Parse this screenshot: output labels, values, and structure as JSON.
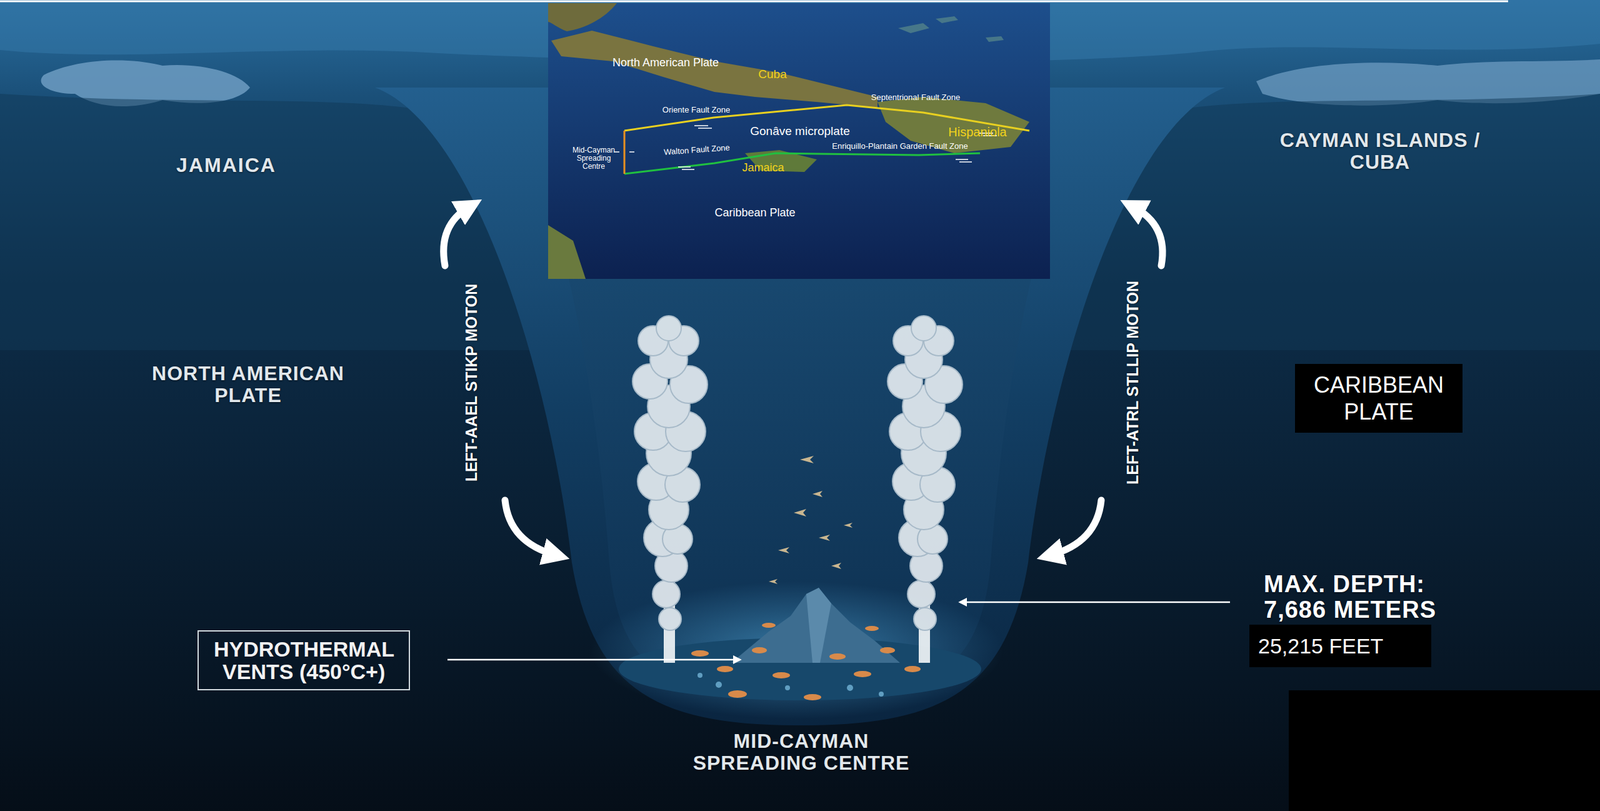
{
  "diagram": {
    "nodes": [
      {
        "text": [
          "HYDROTHERMAL VENTS (450°C+)"
        ]
      },
      {
        "text": [
          "CARIBBEAN PLATE"
        ]
      },
      {
        "text": [
          "25,215 FEET"
        ]
      }
    ],
    "labels": [
      "North American Plate",
      "Cuba",
      "Septentrional Fault Zone",
      "Oriente Fault Zone",
      "Gonâve microplate",
      "Hispaniola",
      "Mid-Cayman Spreading Centre",
      "Walton Fault Zone",
      "Jamaica",
      "Enriquillo-Plantain Garden Fault Zone",
      "Caribbean Plate",
      "JAMAICA",
      "CAYMAN ISLANDS / CUBA",
      "NORTH AMERICAN PLATE",
      "LEFT-AAEL STIKP MOTON",
      "LEFT-ATRL STLLIP MOTON",
      "MAX. DEPTH: 7,686 METERS",
      "MID-CAYMAN SPREADING CENTRE"
    ]
  }
}
